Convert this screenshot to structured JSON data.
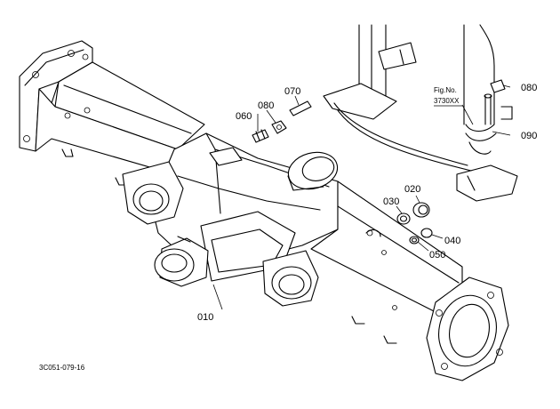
{
  "callouts": {
    "p010": "010",
    "p020": "020",
    "p030": "030",
    "p040": "040",
    "p050": "050",
    "p060": "060",
    "p070": "070",
    "p080a": "080",
    "p080b": "080",
    "p090": "090"
  },
  "fig_ref": {
    "line1": "Fig.No.",
    "line2": "3730XX"
  },
  "drawing_id": "3C051-079-16"
}
